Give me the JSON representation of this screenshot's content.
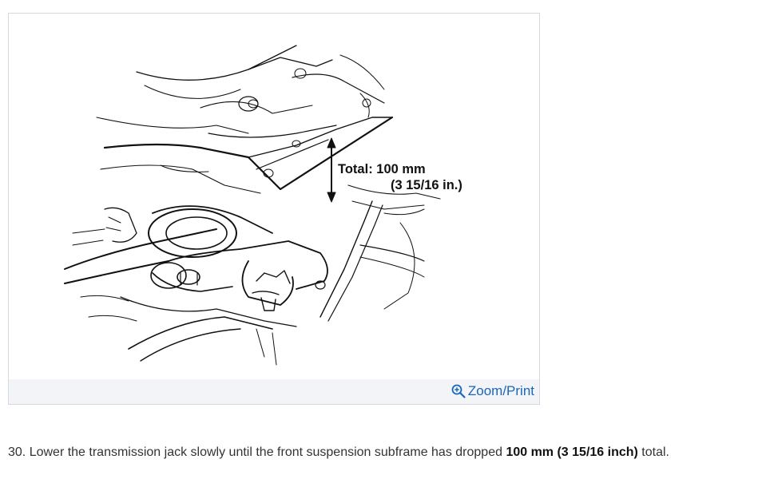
{
  "figure": {
    "callout_line1": "Total:  100 mm",
    "callout_line2": "(3 15/16 in.)",
    "zoom_label": "Zoom/Print",
    "zoom_icon": "zoom-in-icon"
  },
  "step": {
    "number_and_text": "30. Lower the transmission jack slowly until the front suspension subframe has dropped ",
    "emphasis": "100 mm (3 15/16 inch)",
    "suffix": " total."
  },
  "colors": {
    "link": "#1a66b8",
    "frame_border": "#d4d9de",
    "zoom_bar": "#f2f4f7"
  }
}
